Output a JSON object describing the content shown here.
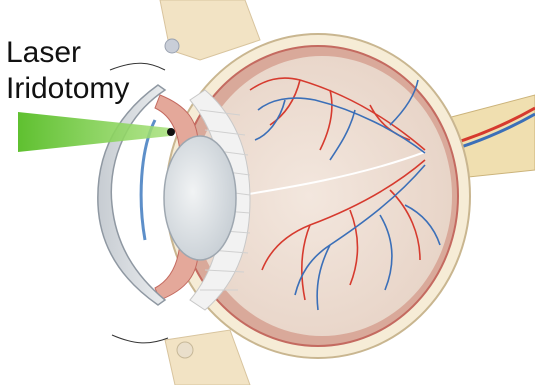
{
  "label": {
    "line1": "Laser",
    "line2": "Iridotomy"
  },
  "colors": {
    "laser_beam": "#63c336",
    "vitreous": "#efe0d6",
    "sclera": "#f6ecd6",
    "iris_pink": "#e4a89a",
    "artery": "#d63a2e",
    "vein": "#3b6fb8",
    "lens": "#dfe4e8"
  },
  "icons": [
    "laser-beam-icon",
    "eye-cross-section-illustration"
  ]
}
